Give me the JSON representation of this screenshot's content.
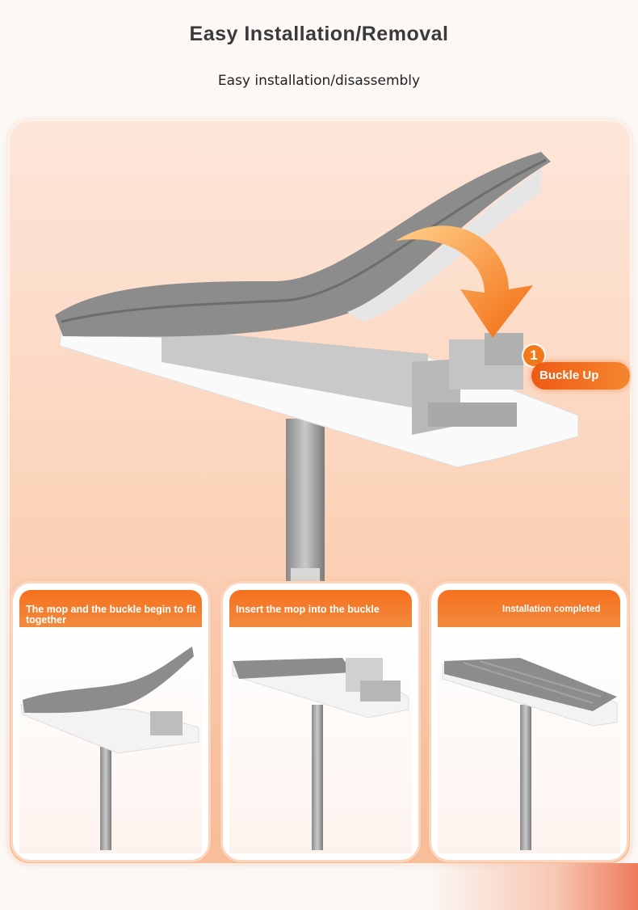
{
  "header": {
    "title": "Easy Installation/Removal",
    "subtitle": "Easy installation/disassembly"
  },
  "hero": {
    "step_number": "1",
    "callout": "Buckle Up"
  },
  "steps": [
    {
      "label": "The mop and the buckle begin to fit together"
    },
    {
      "label": "Insert the mop into the buckle"
    },
    {
      "label": "Installation completed"
    }
  ],
  "colors": {
    "accent_orange": "#f07a1c",
    "pad_gray": "#8c8c8c",
    "background_peach": "#fbd2b8"
  }
}
